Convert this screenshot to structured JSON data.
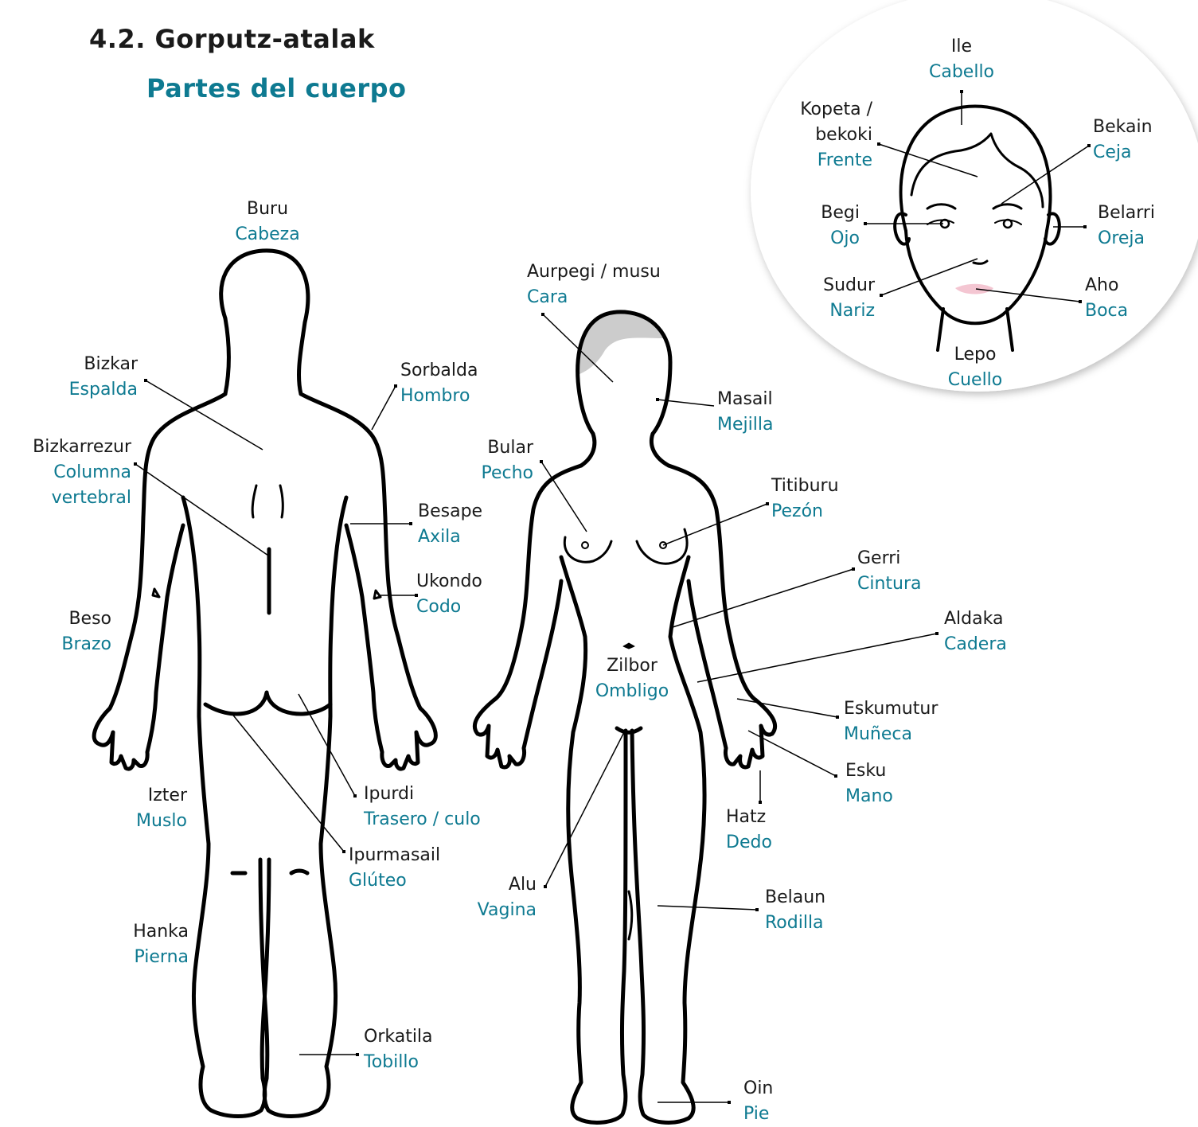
{
  "title": {
    "eu": "4.2. Gorputz-atalak",
    "es": "Partes del cuerpo"
  },
  "colors": {
    "basque": "#1a1a1a",
    "spanish": "#0e7a91",
    "hair": "#cccccc",
    "lips": "#f4c6d2",
    "outline": "#000000"
  },
  "labels": {
    "buru": {
      "eu": "Buru",
      "es": "Cabeza"
    },
    "bizkar": {
      "eu": "Bizkar",
      "es": "Espalda"
    },
    "sorbalda": {
      "eu": "Sorbalda",
      "es": "Hombro"
    },
    "bizkarrezur": {
      "eu": "Bizkarrezur",
      "es1": "Columna",
      "es2": "vertebral"
    },
    "besape": {
      "eu": "Besape",
      "es": "Axila"
    },
    "ukondo": {
      "eu": "Ukondo",
      "es": "Codo"
    },
    "beso": {
      "eu": "Beso",
      "es": "Brazo"
    },
    "izter": {
      "eu": "Izter",
      "es": "Muslo"
    },
    "ipurdi": {
      "eu": "Ipurdi",
      "es": "Trasero / culo"
    },
    "ipurmasail": {
      "eu": "Ipurmasail",
      "es": "Glúteo"
    },
    "hanka": {
      "eu": "Hanka",
      "es": "Pierna"
    },
    "orkatila": {
      "eu": "Orkatila",
      "es": "Tobillo"
    },
    "aurpegi": {
      "eu": "Aurpegi / musu",
      "es": "Cara"
    },
    "masail": {
      "eu": "Masail",
      "es": "Mejilla"
    },
    "bular": {
      "eu": "Bular",
      "es": "Pecho"
    },
    "titiburu": {
      "eu": "Titiburu",
      "es": "Pezón"
    },
    "gerri": {
      "eu": "Gerri",
      "es": "Cintura"
    },
    "aldaka": {
      "eu": "Aldaka",
      "es": "Cadera"
    },
    "zilbor": {
      "eu": "Zilbor",
      "es": "Ombligo"
    },
    "eskumutur": {
      "eu": "Eskumutur",
      "es": "Muñeca"
    },
    "esku": {
      "eu": "Esku",
      "es": "Mano"
    },
    "hatz": {
      "eu": "Hatz",
      "es": "Dedo"
    },
    "alu": {
      "eu": "Alu",
      "es": "Vagina"
    },
    "belaun": {
      "eu": "Belaun",
      "es": "Rodilla"
    },
    "oin": {
      "eu": "Oin",
      "es": "Pie"
    },
    "ile": {
      "eu": "Ile",
      "es": "Cabello"
    },
    "kopeta": {
      "eu1": "Kopeta /",
      "eu2": "bekoki",
      "es": "Frente"
    },
    "bekain": {
      "eu": "Bekain",
      "es": "Ceja"
    },
    "begi": {
      "eu": "Begi",
      "es": "Ojo"
    },
    "belarri": {
      "eu": "Belarri",
      "es": "Oreja"
    },
    "sudur": {
      "eu": "Sudur",
      "es": "Nariz"
    },
    "aho": {
      "eu": "Aho",
      "es": "Boca"
    },
    "lepo": {
      "eu": "Lepo",
      "es": "Cuello"
    }
  }
}
